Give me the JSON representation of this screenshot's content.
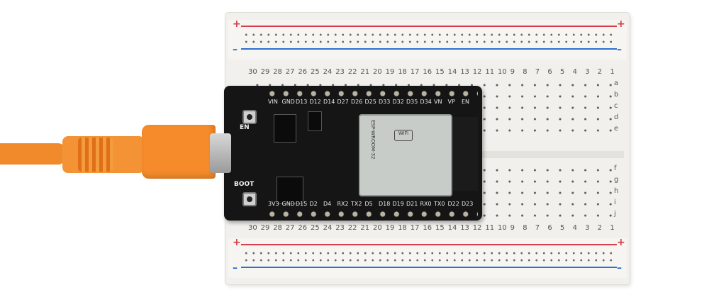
{
  "breadboard": {
    "polarity_plus": "+",
    "polarity_minus": "–",
    "column_numbers": [
      "30",
      "29",
      "28",
      "27",
      "26",
      "25",
      "24",
      "23",
      "22",
      "21",
      "20",
      "19",
      "18",
      "17",
      "16",
      "15",
      "14",
      "13",
      "12",
      "11",
      "10",
      "9",
      "8",
      "7",
      "6",
      "5",
      "4",
      "3",
      "2",
      "1"
    ],
    "row_letters_top": [
      "a",
      "b",
      "c",
      "d",
      "e"
    ],
    "row_letters_bottom": [
      "f",
      "g",
      "h",
      "i",
      "j"
    ]
  },
  "board": {
    "top_pins": [
      "VIN",
      "GND",
      "D13",
      "D12",
      "D14",
      "D27",
      "D26",
      "D25",
      "D33",
      "D32",
      "D35",
      "D34",
      "VN",
      "VP",
      "EN"
    ],
    "bottom_pins": [
      "3V3",
      "GND",
      "D15",
      "D2",
      "D4",
      "RX2",
      "TX2",
      "D5",
      "D18",
      "D19",
      "D21",
      "RX0",
      "TX0",
      "D22",
      "D23"
    ],
    "en_label": "EN",
    "boot_label": "BOOT",
    "module_text": "ESP-WROOM-32",
    "module_logo": "WiFi",
    "colors": {
      "pcb": "#151515",
      "cable": "#f58b2a",
      "rail_red": "#d8404f",
      "rail_blue": "#2b6fd0"
    }
  }
}
